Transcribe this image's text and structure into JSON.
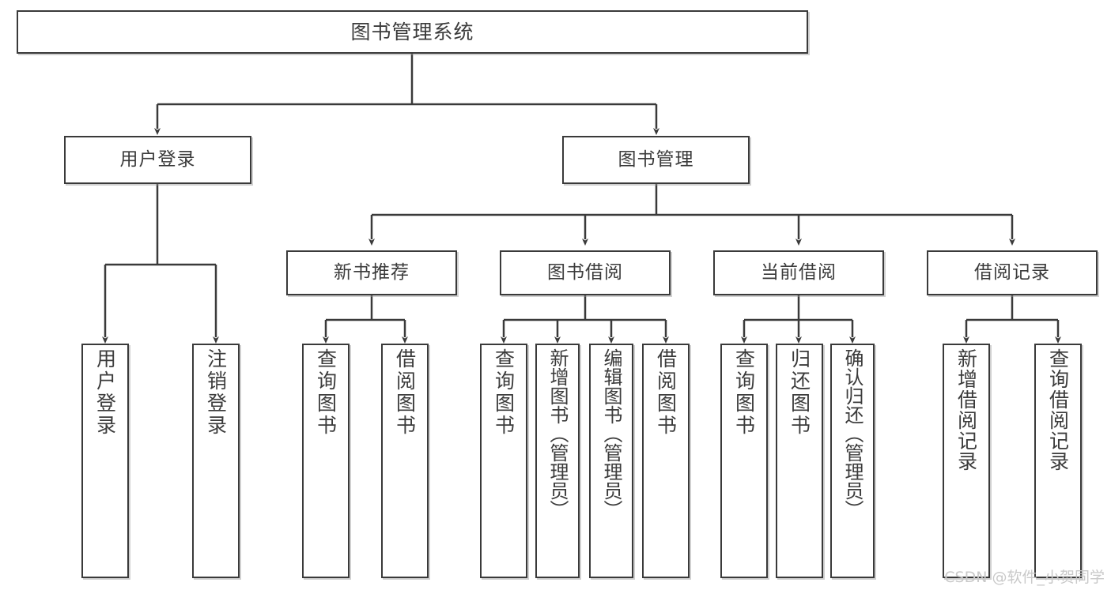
{
  "diagram": {
    "type": "tree",
    "title": "图书管理系统",
    "watermark": "CSDN @软件_小贺同学",
    "colors": {
      "background": "#ffffff",
      "box_border": "#3a3a3a",
      "text": "#3b3b3b",
      "connector": "#3a3a3a",
      "watermark": "#c9c9c9"
    },
    "nodes": {
      "root": {
        "label": "图书管理系统"
      },
      "level2": [
        {
          "label": "用户登录"
        },
        {
          "label": "图书管理"
        }
      ],
      "level3": [
        {
          "label": "新书推荐"
        },
        {
          "label": "图书借阅"
        },
        {
          "label": "当前借阅"
        },
        {
          "label": "借阅记录"
        }
      ],
      "leaves": {
        "user_login": [
          {
            "label": "用户登录"
          },
          {
            "label": "注销登录"
          }
        ],
        "new_book": [
          {
            "label": "查询图书"
          },
          {
            "label": "借阅图书"
          }
        ],
        "book_borrow": [
          {
            "label": "查询图书"
          },
          {
            "label": "新增图书（管理员）"
          },
          {
            "label": "编辑图书（管理员）"
          },
          {
            "label": "借阅图书"
          }
        ],
        "current_borrow": [
          {
            "label": "查询图书"
          },
          {
            "label": "归还图书"
          },
          {
            "label": "确认归还（管理员）"
          }
        ],
        "borrow_record": [
          {
            "label": "新增借阅记录"
          },
          {
            "label": "查询借阅记录"
          }
        ]
      }
    }
  }
}
